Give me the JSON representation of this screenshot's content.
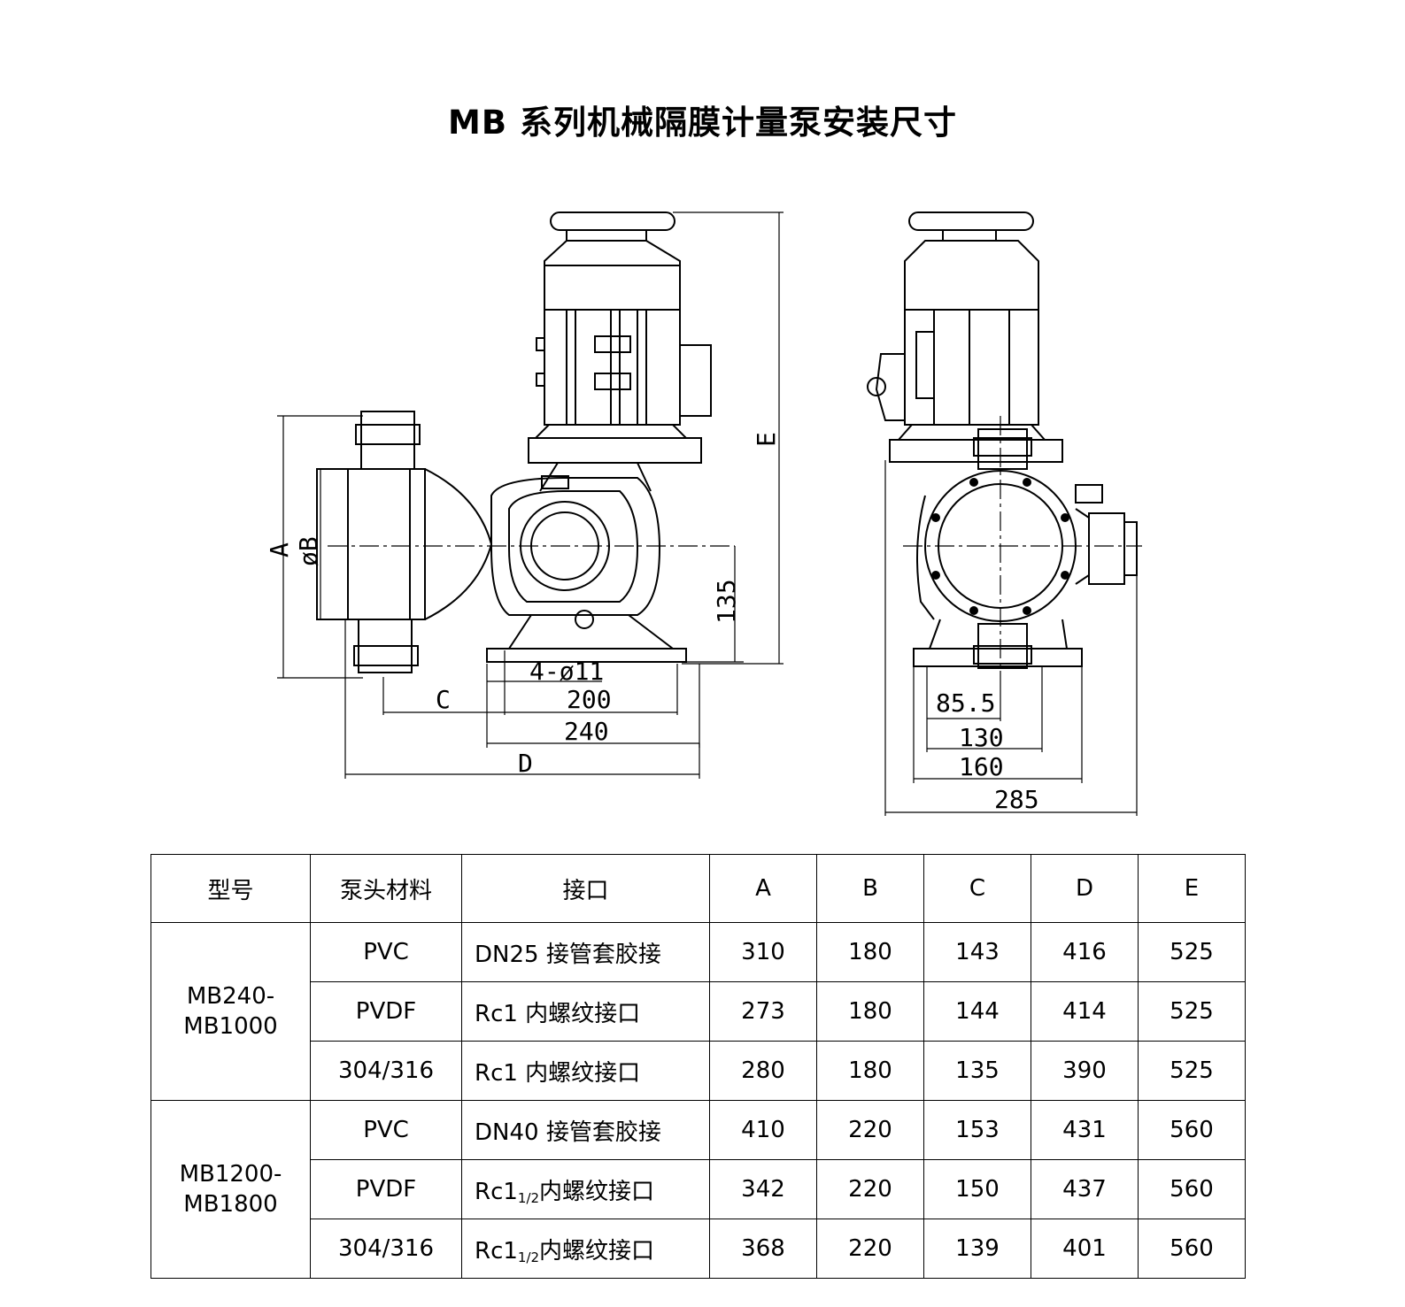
{
  "title": "MB 系列机械隔膜计量泵安装尺寸",
  "drawing": {
    "front_labels": {
      "A": "A",
      "B": "øB",
      "C": "C",
      "D": "D",
      "E": "E",
      "h135": "135",
      "holes": "4-ø11",
      "w200": "200",
      "w240": "240"
    },
    "side_labels": {
      "w85": "85.5",
      "w130": "130",
      "w160": "160",
      "w285": "285"
    }
  },
  "table": {
    "headers": [
      "型号",
      "泵头材料",
      "接口",
      "A",
      "B",
      "C",
      "D",
      "E"
    ],
    "groups": [
      {
        "model_line1": "MB240-",
        "model_line2": "MB1000",
        "rows": [
          {
            "material": "PVC",
            "port": "DN25 接管套胶接",
            "port_sub": "",
            "A": "310",
            "B": "180",
            "C": "143",
            "D": "416",
            "E": "525"
          },
          {
            "material": "PVDF",
            "port": "Rc1 内螺纹接口",
            "port_sub": "",
            "A": "273",
            "B": "180",
            "C": "144",
            "D": "414",
            "E": "525"
          },
          {
            "material": "304/316",
            "port": "Rc1 内螺纹接口",
            "port_sub": "",
            "A": "280",
            "B": "180",
            "C": "135",
            "D": "390",
            "E": "525"
          }
        ]
      },
      {
        "model_line1": "MB1200-",
        "model_line2": "MB1800",
        "rows": [
          {
            "material": "PVC",
            "port": "DN40 接管套胶接",
            "port_sub": "",
            "A": "410",
            "B": "220",
            "C": "153",
            "D": "431",
            "E": "560"
          },
          {
            "material": "PVDF",
            "port": "Rc1",
            "port_sub": "1/2",
            "port_rest": "内螺纹接口",
            "A": "342",
            "B": "220",
            "C": "150",
            "D": "437",
            "E": "560"
          },
          {
            "material": "304/316",
            "port": "Rc1",
            "port_sub": "1/2",
            "port_rest": "内螺纹接口",
            "A": "368",
            "B": "220",
            "C": "139",
            "D": "401",
            "E": "560"
          }
        ]
      }
    ]
  }
}
